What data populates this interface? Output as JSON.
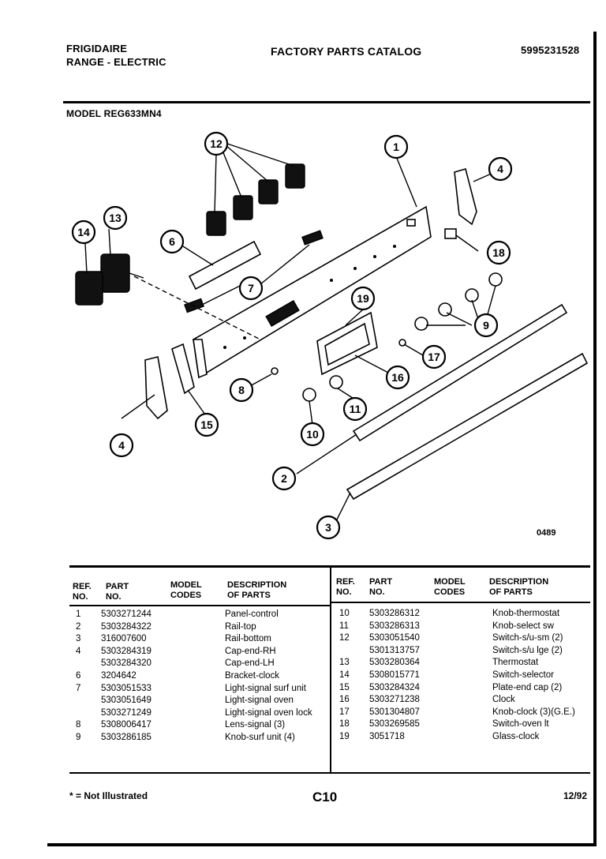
{
  "header": {
    "brand": "FRIGIDAIRE",
    "product": "RANGE - ELECTRIC",
    "catalog_title": "FACTORY PARTS CATALOG",
    "catalog_number": "5995231528",
    "model_label": "MODEL REG633MN4"
  },
  "diagram": {
    "code": "0489",
    "callouts": [
      "1",
      "2",
      "3",
      "4",
      "4",
      "6",
      "7",
      "8",
      "9",
      "10",
      "11",
      "12",
      "13",
      "14",
      "15",
      "16",
      "17",
      "18",
      "19"
    ]
  },
  "table": {
    "headers": {
      "ref": [
        "REF.",
        "NO."
      ],
      "part": [
        "PART",
        "NO."
      ],
      "model": [
        "MODEL",
        "CODES"
      ],
      "desc": [
        "DESCRIPTION",
        "OF PARTS"
      ]
    },
    "left_rows": [
      {
        "ref": "1",
        "part": "5303271244",
        "desc": "Panel-control"
      },
      {
        "ref": "2",
        "part": "5303284322",
        "desc": "Rail-top"
      },
      {
        "ref": "3",
        "part": "316007600",
        "desc": "Rail-bottom"
      },
      {
        "ref": "4",
        "part": "5303284319",
        "desc": "Cap-end-RH"
      },
      {
        "ref": "",
        "part": "5303284320",
        "desc": "Cap-end-LH"
      },
      {
        "ref": "6",
        "part": "3204642",
        "desc": "Bracket-clock"
      },
      {
        "ref": "7",
        "part": "5303051533",
        "desc": "Light-signal surf unit"
      },
      {
        "ref": "",
        "part": "5303051649",
        "desc": "Light-signal oven"
      },
      {
        "ref": "",
        "part": "5303271249",
        "desc": "Light-signal oven lock"
      },
      {
        "ref": "8",
        "part": "5308006417",
        "desc": "Lens-signal (3)"
      },
      {
        "ref": "9",
        "part": "5303286185",
        "desc": "Knob-surf unit (4)"
      }
    ],
    "right_rows": [
      {
        "ref": "10",
        "part": "5303286312",
        "desc": "Knob-thermostat"
      },
      {
        "ref": "11",
        "part": "5303286313",
        "desc": "Knob-select sw"
      },
      {
        "ref": "12",
        "part": "5303051540",
        "desc": "Switch-s/u-sm (2)"
      },
      {
        "ref": "",
        "part": "5301313757",
        "desc": "Switch-s/u lge (2)"
      },
      {
        "ref": "13",
        "part": "5303280364",
        "desc": "Thermostat"
      },
      {
        "ref": "14",
        "part": "5308015771",
        "desc": "Switch-selector"
      },
      {
        "ref": "15",
        "part": "5303284324",
        "desc": "Plate-end cap (2)"
      },
      {
        "ref": "16",
        "part": "5303271238",
        "desc": "Clock"
      },
      {
        "ref": "17",
        "part": "5301304807",
        "desc": "Knob-clock (3)(G.E.)"
      },
      {
        "ref": "18",
        "part": "5303269585",
        "desc": "Switch-oven lt"
      },
      {
        "ref": "19",
        "part": "3051718",
        "desc": "Glass-clock"
      }
    ]
  },
  "footer": {
    "note": "* = Not Illustrated",
    "page": "C10",
    "date": "12/92"
  }
}
